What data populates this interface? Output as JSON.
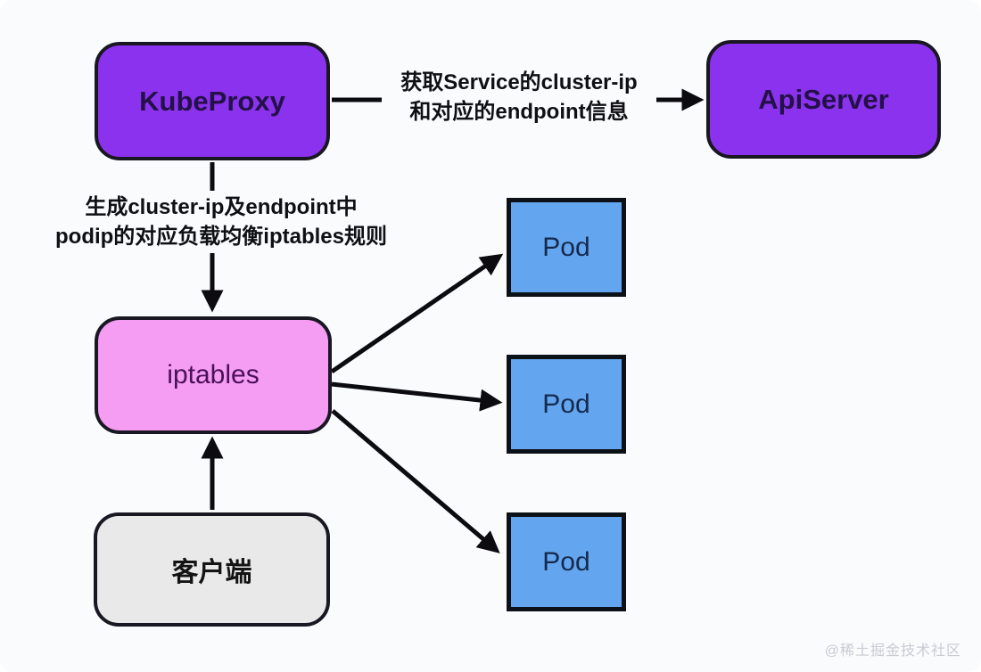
{
  "diagram": {
    "description": "Kubernetes KubeProxy / iptables load-balancing flow diagram",
    "nodes": {
      "kubeproxy": {
        "label": "KubeProxy"
      },
      "apiserver": {
        "label": "ApiServer"
      },
      "iptables": {
        "label": "iptables"
      },
      "client": {
        "label": "客户端"
      },
      "pods": [
        {
          "label": "Pod"
        },
        {
          "label": "Pod"
        },
        {
          "label": "Pod"
        }
      ]
    },
    "edges": {
      "kubeproxy_to_apiserver": {
        "line1": "获取Service的cluster-ip",
        "line2": "和对应的endpoint信息"
      },
      "kubeproxy_to_iptables": {
        "line1": "生成cluster-ip及endpoint中",
        "line2": "podip的对应负载均衡iptables规则"
      }
    },
    "watermark": "@稀土掘金技术社区",
    "colors": {
      "node_purple": "#8b32ef",
      "node_pink": "#f59cf3",
      "node_blue": "#63a6ef",
      "node_gray": "#e9e9ea",
      "border_dark": "#191722",
      "arrow_black": "#0b0b10",
      "background": "#f9fbfd",
      "watermark_gray": "#c7ccd3"
    }
  }
}
